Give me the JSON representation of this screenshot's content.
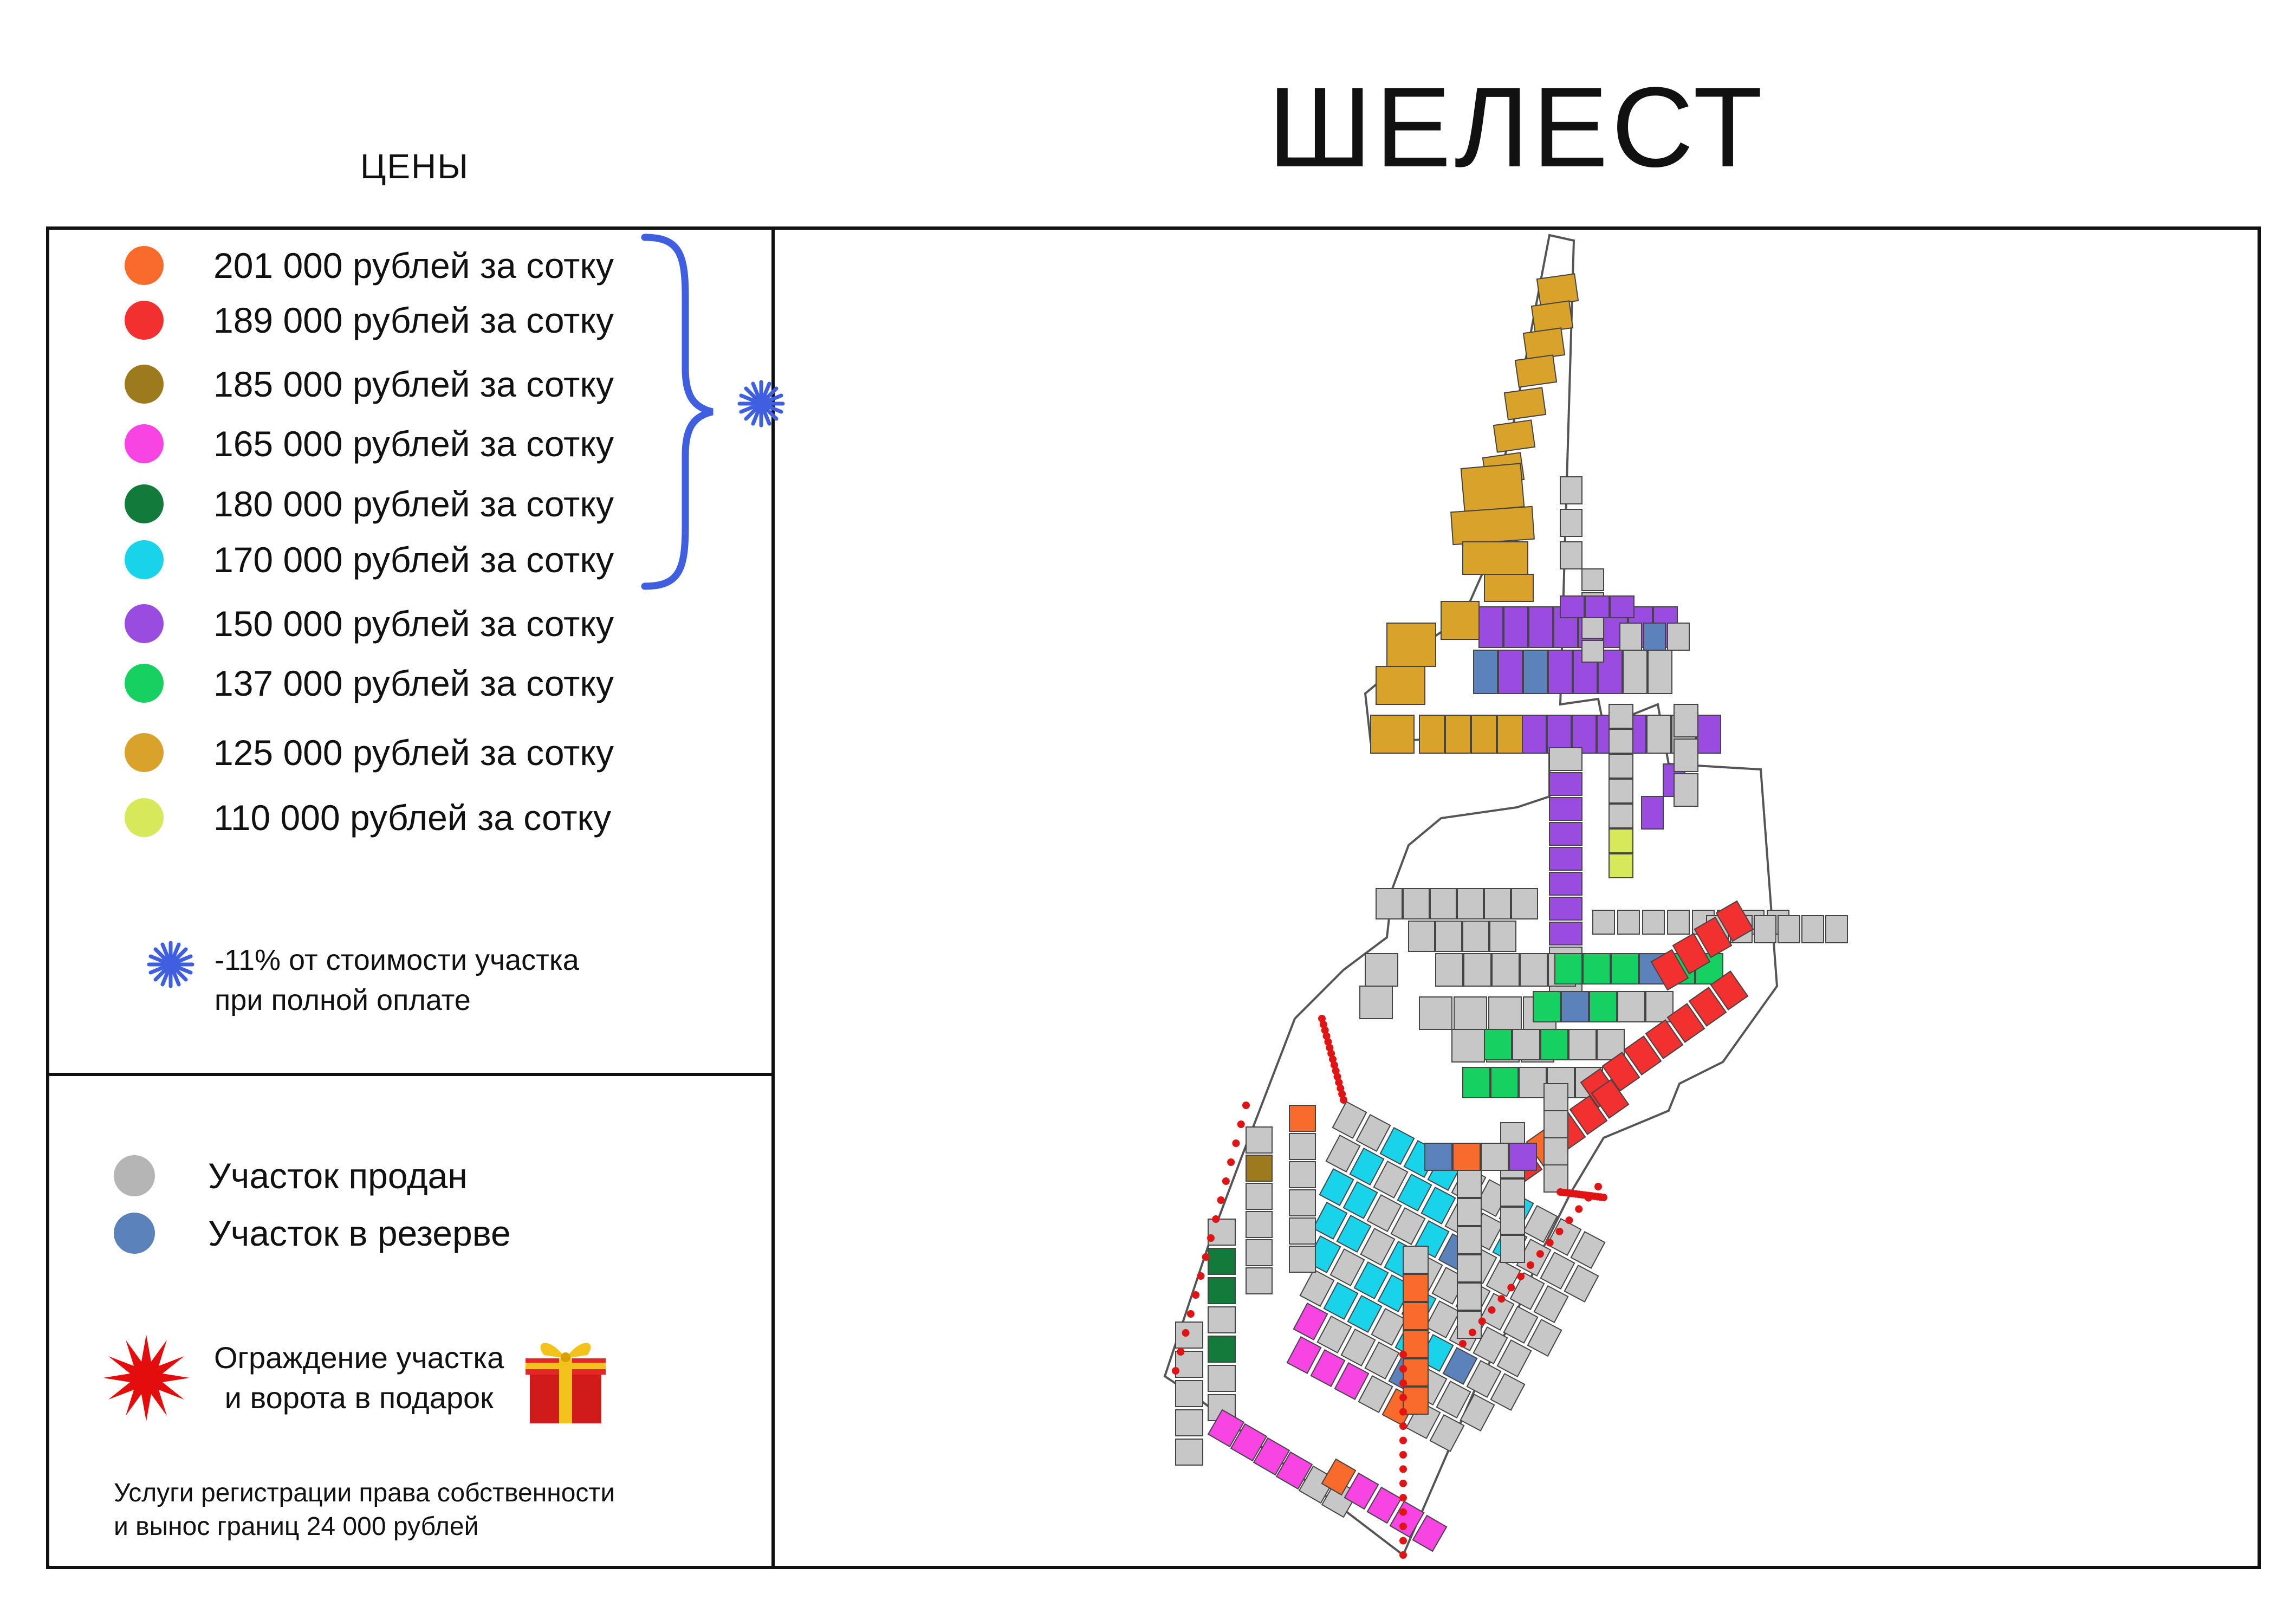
{
  "title": "ШЕЛЕСТ",
  "prices_heading": "ЦЕНЫ",
  "prices": [
    {
      "label": "201 000 рублей за сотку",
      "color": "#f96b2c"
    },
    {
      "label": "189 000 рублей за сотку",
      "color": "#f23030"
    },
    {
      "label": "185 000 рублей за сотку",
      "color": "#9c7a1d"
    },
    {
      "label": "165 000 рублей за сотку",
      "color": "#f744e3"
    },
    {
      "label": "180 000 рублей за сотку",
      "color": "#127a3a"
    },
    {
      "label": "170 000 рублей за сотку",
      "color": "#19d3ea"
    },
    {
      "label": "150 000 рублей за сотку",
      "color": "#9a4be0"
    },
    {
      "label": "137 000 рублей за сотку",
      "color": "#16d062"
    },
    {
      "label": "125 000 рублей за сотку",
      "color": "#d9a22a"
    },
    {
      "label": "110 000 рублей за сотку",
      "color": "#d7e85a"
    }
  ],
  "discount": {
    "icon": "blue-star-icon",
    "color": "#3f5fe0",
    "line1": "-11% от стоимости участка",
    "line2": "при полной оплате"
  },
  "legend": {
    "sold": {
      "label": "Участок продан",
      "color": "#b5b5b5"
    },
    "reserved": {
      "label": "Участок в резерве",
      "color": "#5b82ba"
    }
  },
  "gift": {
    "icon": "red-star-icon",
    "line1": "Ограждение участка",
    "line2": "и ворота в подарок",
    "gift_icon": "gift-box-icon"
  },
  "services": {
    "line1": "Услуги регистрации права собственности",
    "line2": "и вынос границ 24 000 рублей"
  },
  "plan": {
    "sold_color": "#c7c7c7",
    "fence_marker_color": "#e01414"
  }
}
